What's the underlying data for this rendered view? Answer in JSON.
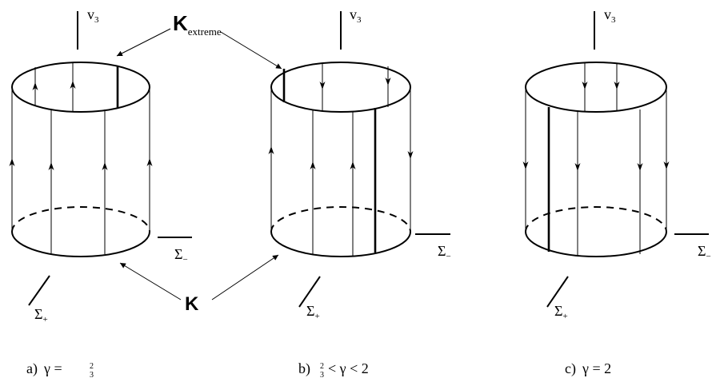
{
  "labels": {
    "k_extreme_main": "K",
    "k_extreme_sub": "extreme",
    "k": "K",
    "v3_main": "v",
    "v3_sub": "3",
    "sigma_minus": "Σ",
    "sigma_minus_sub": "−",
    "sigma_plus": "Σ",
    "sigma_plus_sub": "+"
  },
  "captions": {
    "a_prefix": "a)",
    "a_text": "γ =",
    "b_prefix": "b)",
    "b_text": "< γ < 2",
    "c_prefix": "c)",
    "c_text": "γ = 2",
    "fraction_num": "2",
    "fraction_den": "3"
  }
}
